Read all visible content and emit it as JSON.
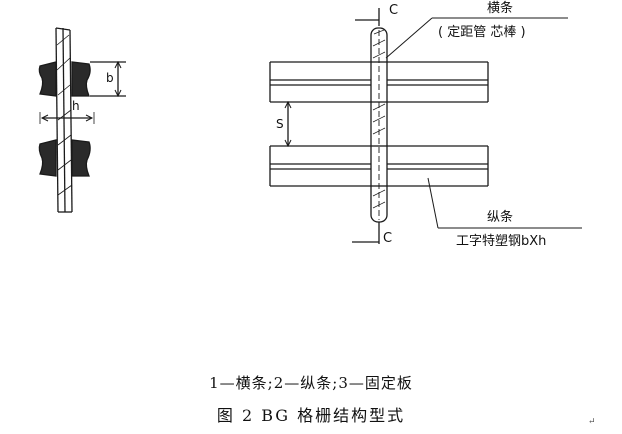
{
  "labels": {
    "section_top": "C",
    "section_bottom": "C",
    "crossbar": "横条",
    "crossbar_note": "( 定距管  芯棒 )",
    "longbar": "纵条",
    "longbar_note": "工字特塑钢bXh",
    "dim_s": "S",
    "dim_b": "b",
    "dim_h": "h"
  },
  "caption": {
    "legend": "1—横条;2—纵条;3—固定板",
    "title": "图 2   BG 格栅结构型式"
  },
  "paragraph_mark": "↵",
  "colors": {
    "ink": "#1a1a1a",
    "background": "#ffffff"
  }
}
